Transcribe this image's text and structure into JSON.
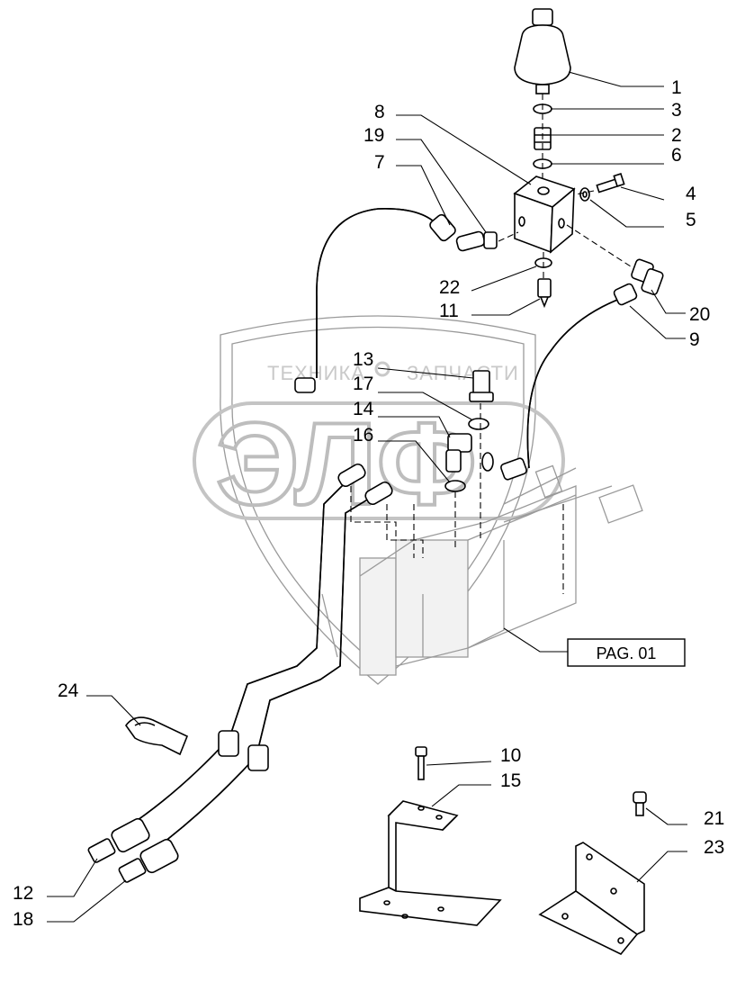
{
  "watermark": {
    "text_left": "ТЕХНИКА",
    "text_right": "ЗАПЧАСТИ",
    "big_text": "ЭЛФ"
  },
  "reference_box": {
    "label": "PAG. 01"
  },
  "callouts": [
    {
      "id": "c1",
      "label": "1"
    },
    {
      "id": "c3",
      "label": "3"
    },
    {
      "id": "c2",
      "label": "2"
    },
    {
      "id": "c6",
      "label": "6"
    },
    {
      "id": "c8",
      "label": "8"
    },
    {
      "id": "c19",
      "label": "19"
    },
    {
      "id": "c7",
      "label": "7"
    },
    {
      "id": "c4",
      "label": "4"
    },
    {
      "id": "c5",
      "label": "5"
    },
    {
      "id": "c22",
      "label": "22"
    },
    {
      "id": "c11",
      "label": "11"
    },
    {
      "id": "c20",
      "label": "20"
    },
    {
      "id": "c9",
      "label": "9"
    },
    {
      "id": "c13",
      "label": "13"
    },
    {
      "id": "c17",
      "label": "17"
    },
    {
      "id": "c14",
      "label": "14"
    },
    {
      "id": "c16",
      "label": "16"
    },
    {
      "id": "c24",
      "label": "24"
    },
    {
      "id": "c10",
      "label": "10"
    },
    {
      "id": "c15",
      "label": "15"
    },
    {
      "id": "c21",
      "label": "21"
    },
    {
      "id": "c23",
      "label": "23"
    },
    {
      "id": "c12",
      "label": "12"
    },
    {
      "id": "c18",
      "label": "18"
    }
  ]
}
